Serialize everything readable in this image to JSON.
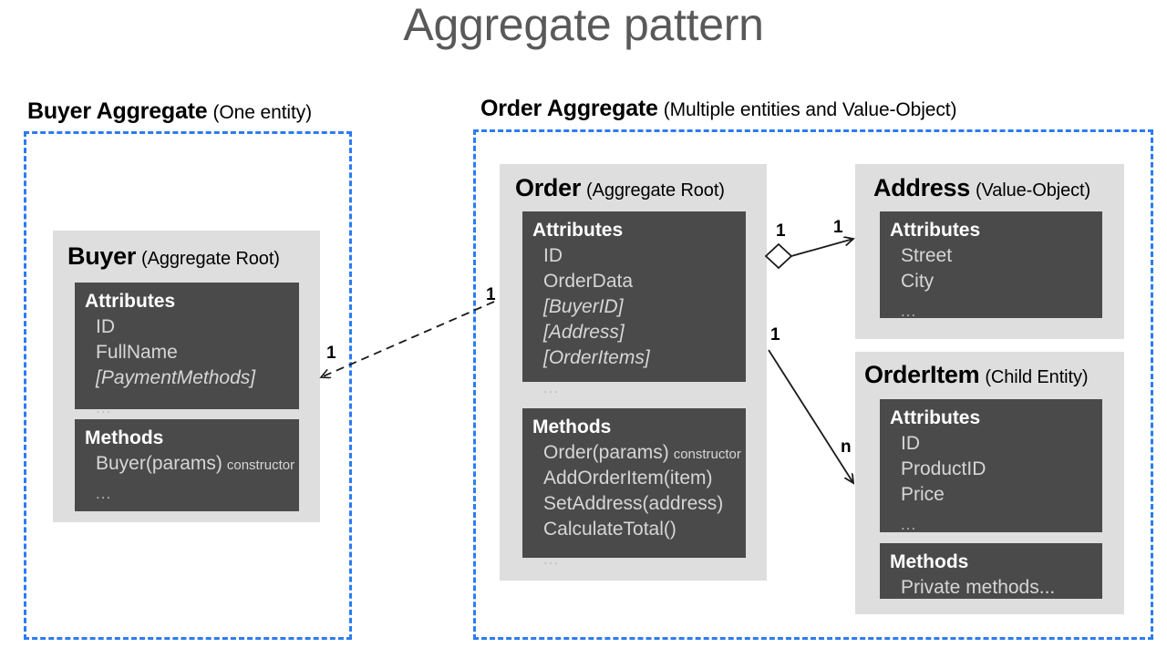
{
  "title": "Aggregate pattern",
  "groups": [
    {
      "name": "Buyer Aggregate",
      "subtitle": "(One entity)"
    },
    {
      "name": "Order Aggregate",
      "subtitle": "(Multiple entities and Value-Object)"
    }
  ],
  "entities": {
    "buyer": {
      "name": "Buyer",
      "stereotype": "(Aggregate Root)",
      "attributes_title": "Attributes",
      "attributes": [
        "ID",
        "FullName",
        "[PaymentMethods]",
        "..."
      ],
      "methods_title": "Methods",
      "methods": [
        "Buyer(params)",
        "..."
      ],
      "methods_note": "constructor"
    },
    "order": {
      "name": "Order",
      "stereotype": "(Aggregate Root)",
      "attributes_title": "Attributes",
      "attributes": [
        "ID",
        "OrderData",
        "[BuyerID]",
        "[Address]",
        "[OrderItems]",
        "..."
      ],
      "methods_title": "Methods",
      "methods": [
        "Order(params)",
        "AddOrderItem(item)",
        "SetAddress(address)",
        "CalculateTotal()",
        "..."
      ],
      "methods_note": "constructor"
    },
    "address": {
      "name": "Address",
      "stereotype": "(Value-Object)",
      "attributes_title": "Attributes",
      "attributes": [
        "Street",
        "City",
        "..."
      ]
    },
    "orderitem": {
      "name": "OrderItem",
      "stereotype": "(Child Entity)",
      "attributes_title": "Attributes",
      "attributes": [
        "ID",
        "ProductID",
        "Price",
        "..."
      ],
      "methods_title": "Methods",
      "methods": [
        "Private methods..."
      ]
    }
  },
  "relations": [
    {
      "id": "order-to-buyer",
      "from_label": "1",
      "to_label": "1",
      "style": "dashed-arrow"
    },
    {
      "id": "order-to-address",
      "from_label": "1",
      "to_label": "1",
      "style": "aggregation-diamond"
    },
    {
      "id": "order-to-orderitem",
      "from_label": "1",
      "to_label": "n",
      "style": "solid-arrow"
    }
  ],
  "colors": {
    "accent_dashed": "#2b7cf0",
    "card_bg": "#dedede",
    "panel_bg": "#4a4a4a",
    "title_text": "#595959",
    "panel_title_text": "#ffffff",
    "panel_item_text": "#d6d6d6"
  }
}
